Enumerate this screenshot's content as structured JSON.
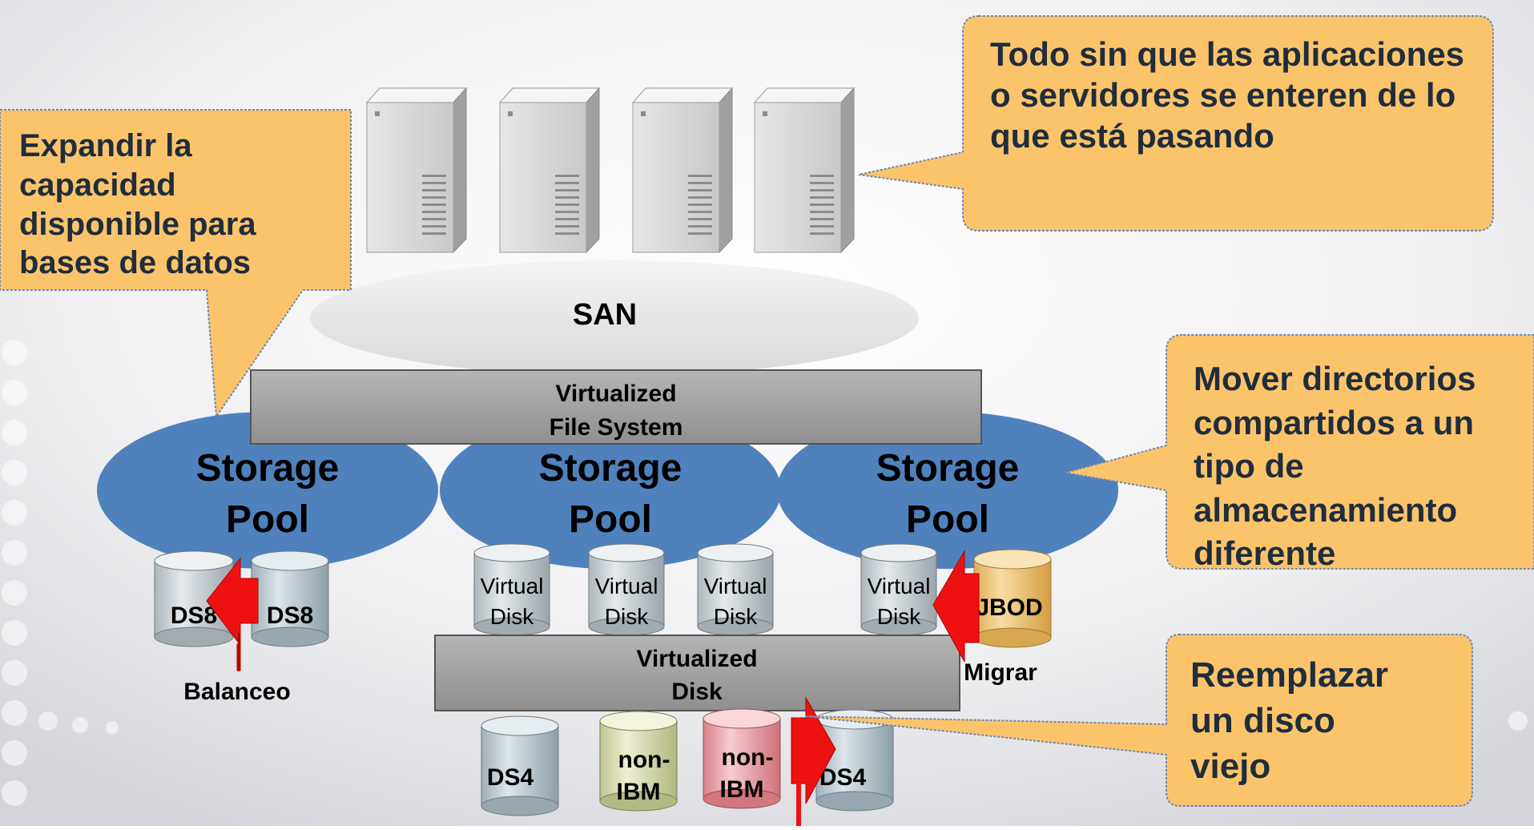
{
  "callouts": {
    "expand": "Expandir la capacidad disponible para bases de datos",
    "transparent": "Todo sin que las aplicaciones o servidores se enteren de lo que está pasando",
    "move": "Mover directorios compartidos a un tipo de almacenamiento diferente",
    "replace": "Reemplazar un disco viejo"
  },
  "san_label": "SAN",
  "vfs": {
    "line1": "Virtualized",
    "line2": "File System"
  },
  "pools": [
    {
      "line1": "Storage",
      "line2": "Pool"
    },
    {
      "line1": "Storage",
      "line2": "Pool"
    },
    {
      "line1": "Storage",
      "line2": "Pool"
    }
  ],
  "pool1_disks": [
    "DS8",
    "DS8"
  ],
  "vdisks": [
    {
      "line1": "Virtual",
      "line2": "Disk"
    },
    {
      "line1": "Virtual",
      "line2": "Disk"
    },
    {
      "line1": "Virtual",
      "line2": "Disk"
    },
    {
      "line1": "Virtual",
      "line2": "Disk"
    }
  ],
  "jbod_label": "JBOD",
  "vdisk_bar": {
    "line1": "Virtualized",
    "line2": "Disk"
  },
  "bottom_disks": [
    {
      "line1": "DS4",
      "line2": ""
    },
    {
      "line1": "non-",
      "line2": "IBM"
    },
    {
      "line1": "non-",
      "line2": "IBM"
    },
    {
      "line1": "DS4",
      "line2": ""
    }
  ],
  "labels": {
    "balance": "Balanceo",
    "migrate": "Migrar"
  },
  "colors": {
    "pool": "#4f81bd",
    "callout": "#fcc46a",
    "arrow": "#ee1111",
    "bar": "#a6a6a6",
    "jbod": "#f2c777",
    "non_ibm_green": "#d6dcb0",
    "non_ibm_red": "#e8a0a6",
    "disk": "#d0d8dd"
  }
}
